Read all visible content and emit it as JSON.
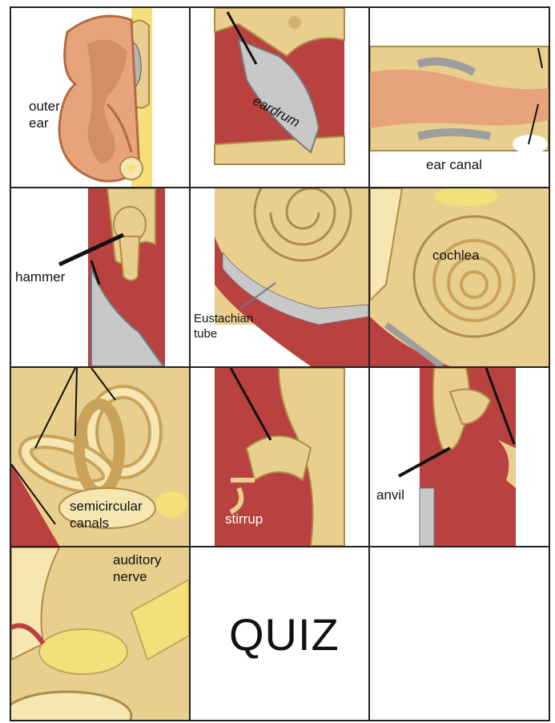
{
  "colors": {
    "bone": "#e9cf8e",
    "bone_light": "#f6e6b2",
    "bone_dark": "#c9a35a",
    "tissue": "#b9413f",
    "tissue_light": "#d36b62",
    "skin": "#e7a47a",
    "skin_dark": "#c47a52",
    "membrane": "#c8c8c8",
    "grid_line": "#222222"
  },
  "tiles": [
    {
      "id": "outer-ear",
      "label": "outer\near",
      "icon": "outer-ear-illustration"
    },
    {
      "id": "eardrum",
      "label": "eardrum",
      "icon": "eardrum-illustration"
    },
    {
      "id": "ear-canal",
      "label": "ear canal",
      "icon": "ear-canal-illustration"
    },
    {
      "id": "hammer",
      "label": "hammer",
      "icon": "hammer-illustration"
    },
    {
      "id": "eustachian-tube",
      "label": "Eustachian\ntube",
      "icon": "eustachian-tube-illustration"
    },
    {
      "id": "cochlea",
      "label": "cochlea",
      "icon": "cochlea-illustration"
    },
    {
      "id": "semicircular-canals",
      "label": "semicircular\ncanals",
      "icon": "semicircular-canals-illustration"
    },
    {
      "id": "stirrup",
      "label": "stirrup",
      "icon": "stirrup-illustration"
    },
    {
      "id": "anvil",
      "label": "anvil",
      "icon": "anvil-illustration"
    },
    {
      "id": "auditory-nerve",
      "label": "auditory\nnerve",
      "icon": "auditory-nerve-illustration"
    },
    {
      "id": "quiz",
      "label": "QUIZ",
      "icon": ""
    },
    {
      "id": "empty",
      "label": "",
      "icon": ""
    }
  ]
}
